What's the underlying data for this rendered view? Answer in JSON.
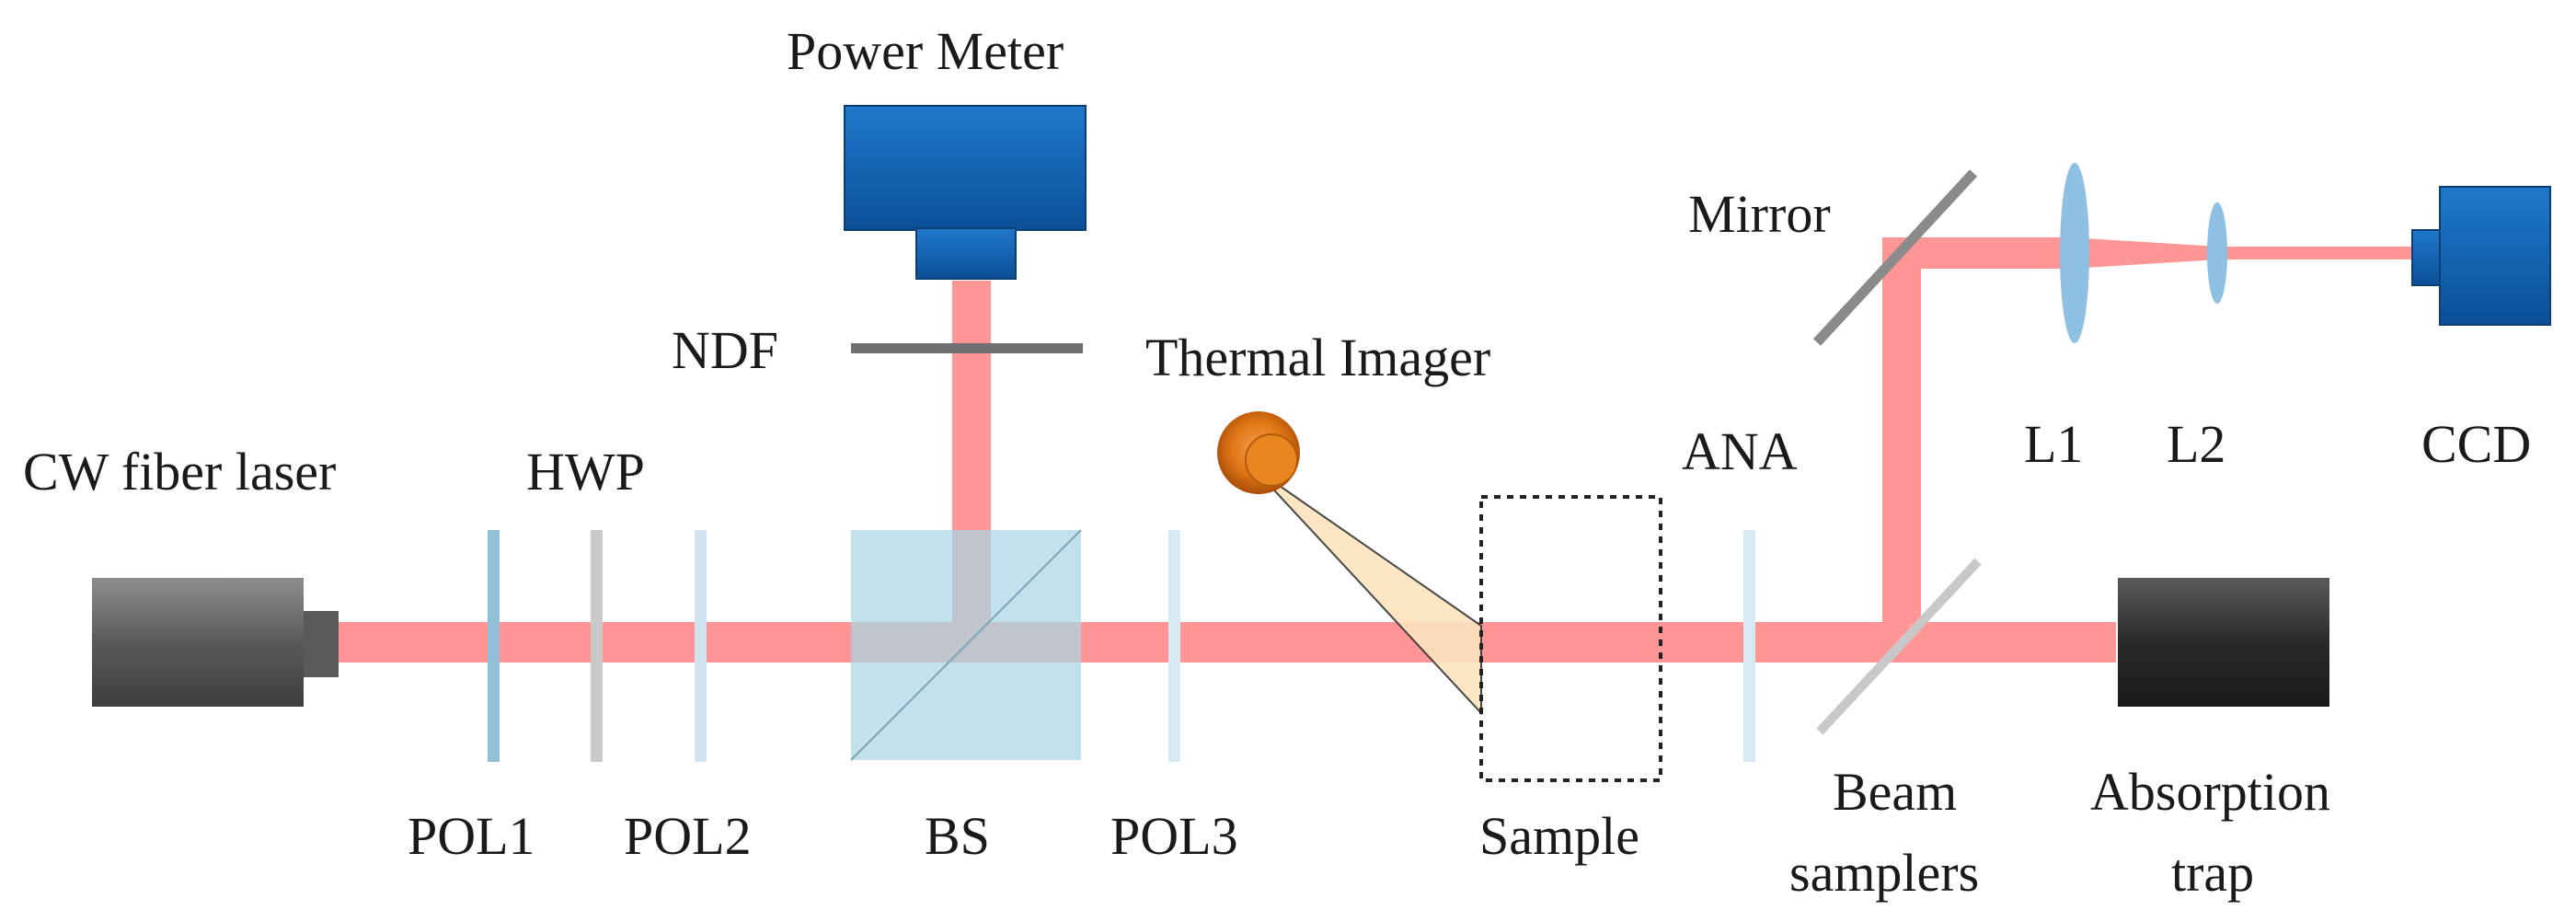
{
  "labels": {
    "laser": "CW fiber laser",
    "hwp": "HWP",
    "pol1": "POL1",
    "pol2": "POL2",
    "bs": "BS",
    "pol3": "POL3",
    "ndf": "NDF",
    "power_meter": "Power Meter",
    "thermal_imager": "Thermal Imager",
    "sample": "Sample",
    "ana": "ANA",
    "beam_samplers_line1": "Beam",
    "beam_samplers_line2": "samplers",
    "absorption_trap_line1": "Absorption",
    "absorption_trap_line2": "trap",
    "mirror": "Mirror",
    "l1": "L1",
    "l2": "L2",
    "ccd": "CCD"
  },
  "colors": {
    "beam": "#ff7f7f",
    "device_blue": "#1262b5",
    "device_dark": "#333333",
    "laser_gray": "#6e6e6e",
    "beam_splitter": "#a9d6e5",
    "lens": "#8ec0e3",
    "thermal_imager": "#e77c1f"
  }
}
